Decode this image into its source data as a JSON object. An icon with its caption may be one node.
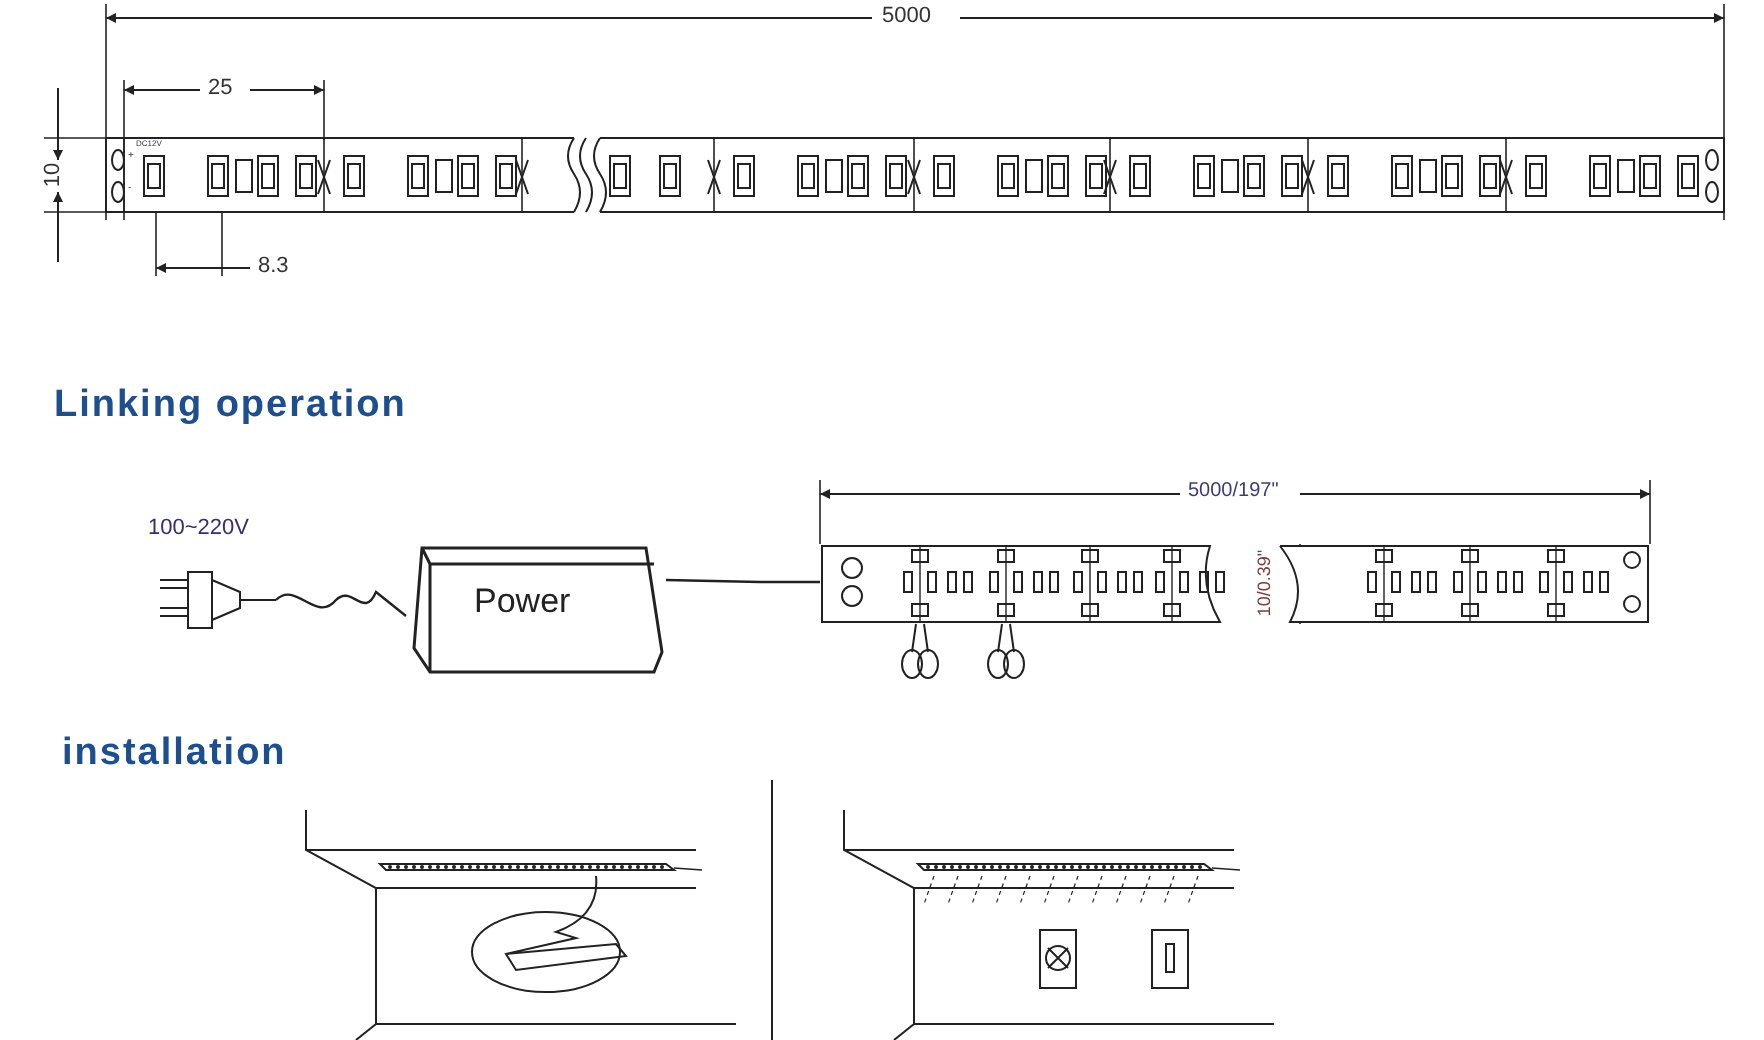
{
  "diagram": {
    "nodes": [
      {
        "text": [],
        "shape": "picture"
      },
      {
        "text": [
          "Power"
        ]
      },
      {
        "text": [],
        "shape": "picture"
      }
    ],
    "edges": [
      {
        "from": 0,
        "to": 1,
        "arrow": "none"
      },
      {
        "from": 1,
        "to": 2,
        "arrow": "none"
      }
    ],
    "labels": [
      "5000",
      "25",
      "10",
      "DC12V",
      "+",
      "-",
      "8.3",
      "Linking operation",
      "100~220V",
      "5000/197\"",
      "10/0.39\"",
      "installation"
    ]
  }
}
